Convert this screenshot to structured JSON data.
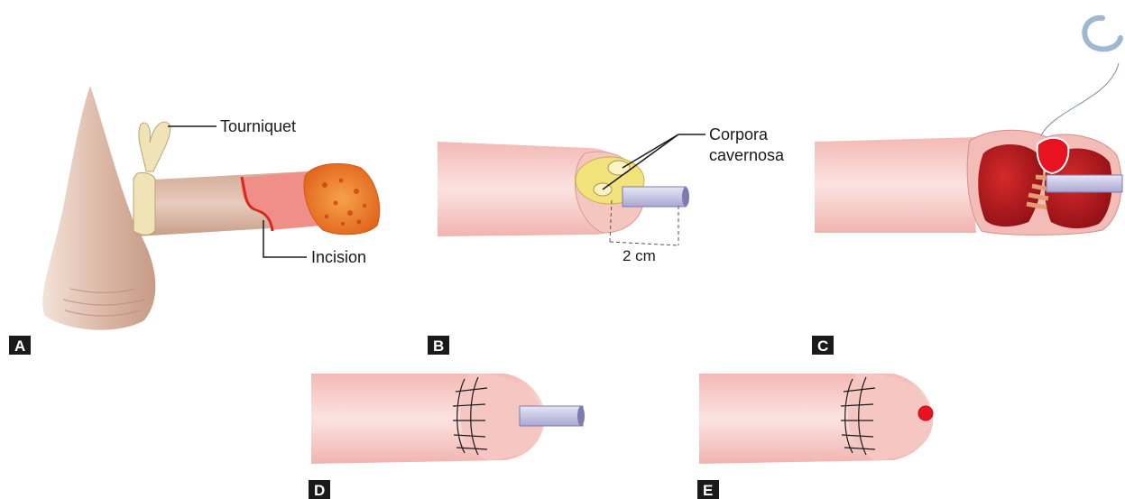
{
  "panels": [
    {
      "id": "A",
      "letter": "A"
    },
    {
      "id": "B",
      "letter": "B"
    },
    {
      "id": "C",
      "letter": "C"
    },
    {
      "id": "D",
      "letter": "D"
    },
    {
      "id": "E",
      "letter": "E"
    }
  ],
  "labels": {
    "tourniquet": "Tourniquet",
    "incision": "Incision",
    "corpora_line1": "Corpora",
    "corpora_line2": "cavernosa",
    "dimension": "2 cm"
  },
  "colors": {
    "skin_base": "#e6c4b4",
    "shaft_pink": "#f3c9c7",
    "shaft_light": "#fbe1df",
    "incision_red": "#d42a1e",
    "lesion_orange": "#f07b1f",
    "corpora_yellow": "#f2e27c",
    "catheter": "#c9c8e6",
    "corpora_dark_red": "#b5141c",
    "suture_line": "#1a1a1a",
    "tourniquet": "#f1e3b8",
    "badge": "#1a1a1a"
  }
}
